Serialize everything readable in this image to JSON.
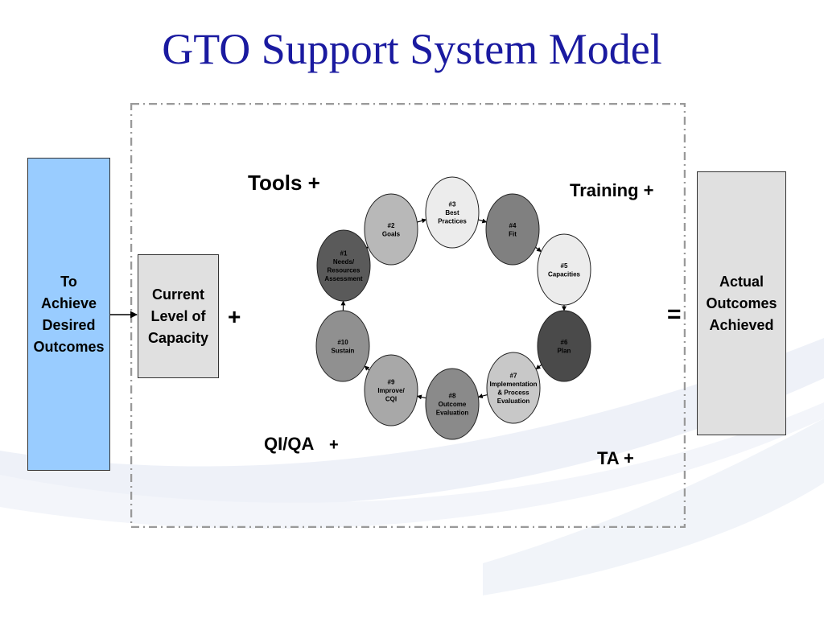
{
  "title": "GTO Support System Model",
  "left_box": {
    "text": "To\nAchieve\nDesired\nOutcomes"
  },
  "middle_box": {
    "text": "Current\nLevel of\nCapacity"
  },
  "right_box": {
    "text": "Actual\nOutcomes\nAchieved"
  },
  "operators": {
    "plus": "+",
    "equals": "="
  },
  "supports": {
    "tools": "Tools +",
    "training": "Training +",
    "qiqa": "QI/QA",
    "qiqa_plus": "+",
    "ta": "TA +"
  },
  "steps": [
    {
      "id": "step-1",
      "lines": [
        "#1",
        "Needs/",
        "Resources",
        "Assessment"
      ],
      "fill": "#5a5a5a"
    },
    {
      "id": "step-2",
      "lines": [
        "#2",
        "Goals"
      ],
      "fill": "#b8b8b8"
    },
    {
      "id": "step-3",
      "lines": [
        "#3",
        "Best",
        "Practices"
      ],
      "fill": "#ececec"
    },
    {
      "id": "step-4",
      "lines": [
        "#4",
        "Fit"
      ],
      "fill": "#808080"
    },
    {
      "id": "step-5",
      "lines": [
        "#5",
        "Capacities"
      ],
      "fill": "#ececec"
    },
    {
      "id": "step-6",
      "lines": [
        "#6",
        "Plan"
      ],
      "fill": "#4a4a4a"
    },
    {
      "id": "step-7",
      "lines": [
        "#7",
        "Implementation",
        "& Process",
        "Evaluation"
      ],
      "fill": "#c8c8c8"
    },
    {
      "id": "step-8",
      "lines": [
        "#8",
        "Outcome",
        "Evaluation"
      ],
      "fill": "#8a8a8a"
    },
    {
      "id": "step-9",
      "lines": [
        "#9",
        "Improve/",
        "CQI"
      ],
      "fill": "#a8a8a8"
    },
    {
      "id": "step-10",
      "lines": [
        "#10",
        "Sustain"
      ],
      "fill": "#909090"
    }
  ],
  "colors": {
    "title": "#1a1aa0",
    "left_box": "#99ccff",
    "neutral_box": "#e0e0e0",
    "frame_border": "#999999"
  }
}
